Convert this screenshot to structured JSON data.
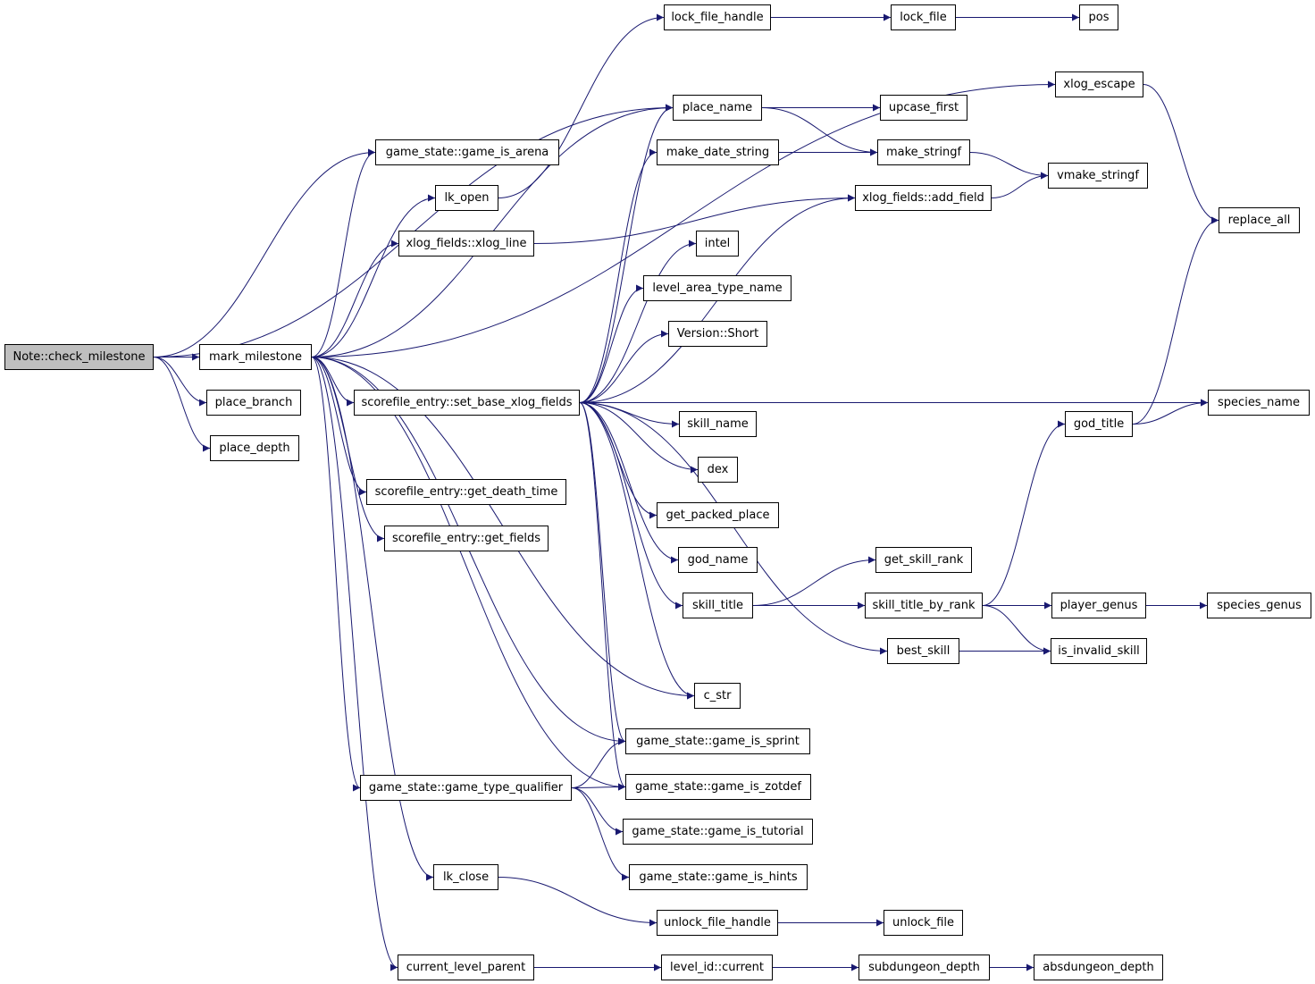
{
  "colors": {
    "edge": "#191970",
    "root_fill": "#bfbfbf",
    "node_border": "#000000"
  },
  "nodes": {
    "check_milestone": "Note::check_milestone",
    "mark_milestone": "mark_milestone",
    "place_branch": "place_branch",
    "place_depth": "place_depth",
    "game_is_arena": "game_state::game_is_arena",
    "lk_open": "lk_open",
    "xlog_line": "xlog_fields::xlog_line",
    "set_base_xlog_fields": "scorefile_entry::set_base_xlog_fields",
    "get_death_time": "scorefile_entry::get_death_time",
    "get_fields": "scorefile_entry::get_fields",
    "game_type_qualifier": "game_state::game_type_qualifier",
    "lk_close": "lk_close",
    "current_level_parent": "current_level_parent",
    "lock_file_handle": "lock_file_handle",
    "place_name": "place_name",
    "make_date_string": "make_date_string",
    "intel": "intel",
    "level_area_type_name": "level_area_type_name",
    "version_short": "Version::Short",
    "skill_name": "skill_name",
    "dex": "dex",
    "get_packed_place": "get_packed_place",
    "god_name": "god_name",
    "skill_title": "skill_title",
    "c_str": "c_str",
    "game_is_sprint": "game_state::game_is_sprint",
    "game_is_zotdef": "game_state::game_is_zotdef",
    "game_is_tutorial": "game_state::game_is_tutorial",
    "game_is_hints": "game_state::game_is_hints",
    "unlock_file_handle": "unlock_file_handle",
    "level_id_current": "level_id::current",
    "lock_file": "lock_file",
    "upcase_first": "upcase_first",
    "make_stringf": "make_stringf",
    "add_field": "xlog_fields::add_field",
    "get_skill_rank": "get_skill_rank",
    "skill_title_by_rank": "skill_title_by_rank",
    "best_skill": "best_skill",
    "unlock_file": "unlock_file",
    "subdungeon_depth": "subdungeon_depth",
    "pos": "pos",
    "xlog_escape": "xlog_escape",
    "vmake_stringf": "vmake_stringf",
    "god_title": "god_title",
    "player_genus": "player_genus",
    "is_invalid_skill": "is_invalid_skill",
    "absdungeon_depth": "absdungeon_depth",
    "replace_all": "replace_all",
    "species_name": "species_name",
    "species_genus": "species_genus"
  },
  "edges": [
    [
      "check_milestone",
      "mark_milestone"
    ],
    [
      "check_milestone",
      "place_branch"
    ],
    [
      "check_milestone",
      "place_depth"
    ],
    [
      "check_milestone",
      "place_name"
    ],
    [
      "check_milestone",
      "game_is_arena"
    ],
    [
      "mark_milestone",
      "game_is_arena"
    ],
    [
      "mark_milestone",
      "lk_open"
    ],
    [
      "mark_milestone",
      "xlog_line"
    ],
    [
      "mark_milestone",
      "place_name"
    ],
    [
      "mark_milestone",
      "xlog_escape"
    ],
    [
      "mark_milestone",
      "set_base_xlog_fields"
    ],
    [
      "mark_milestone",
      "get_death_time"
    ],
    [
      "mark_milestone",
      "get_fields"
    ],
    [
      "mark_milestone",
      "game_type_qualifier"
    ],
    [
      "mark_milestone",
      "lk_close"
    ],
    [
      "mark_milestone",
      "current_level_parent"
    ],
    [
      "mark_milestone",
      "c_str"
    ],
    [
      "mark_milestone",
      "game_is_sprint"
    ],
    [
      "mark_milestone",
      "game_is_zotdef"
    ],
    [
      "lk_open",
      "lock_file_handle"
    ],
    [
      "xlog_line",
      "add_field"
    ],
    [
      "set_base_xlog_fields",
      "make_date_string"
    ],
    [
      "set_base_xlog_fields",
      "place_name"
    ],
    [
      "set_base_xlog_fields",
      "add_field"
    ],
    [
      "set_base_xlog_fields",
      "intel"
    ],
    [
      "set_base_xlog_fields",
      "level_area_type_name"
    ],
    [
      "set_base_xlog_fields",
      "version_short"
    ],
    [
      "set_base_xlog_fields",
      "species_name"
    ],
    [
      "set_base_xlog_fields",
      "skill_name"
    ],
    [
      "set_base_xlog_fields",
      "dex"
    ],
    [
      "set_base_xlog_fields",
      "get_packed_place"
    ],
    [
      "set_base_xlog_fields",
      "god_name"
    ],
    [
      "set_base_xlog_fields",
      "skill_title"
    ],
    [
      "set_base_xlog_fields",
      "best_skill"
    ],
    [
      "set_base_xlog_fields",
      "c_str"
    ],
    [
      "set_base_xlog_fields",
      "game_is_sprint"
    ],
    [
      "set_base_xlog_fields",
      "game_is_zotdef"
    ],
    [
      "game_type_qualifier",
      "game_is_sprint"
    ],
    [
      "game_type_qualifier",
      "game_is_zotdef"
    ],
    [
      "game_type_qualifier",
      "game_is_tutorial"
    ],
    [
      "game_type_qualifier",
      "game_is_hints"
    ],
    [
      "lk_close",
      "unlock_file_handle"
    ],
    [
      "current_level_parent",
      "level_id_current"
    ],
    [
      "lock_file_handle",
      "lock_file"
    ],
    [
      "lock_file",
      "pos"
    ],
    [
      "place_name",
      "upcase_first"
    ],
    [
      "place_name",
      "make_stringf"
    ],
    [
      "make_date_string",
      "make_stringf"
    ],
    [
      "make_stringf",
      "vmake_stringf"
    ],
    [
      "add_field",
      "vmake_stringf"
    ],
    [
      "skill_title",
      "get_skill_rank"
    ],
    [
      "skill_title",
      "skill_title_by_rank"
    ],
    [
      "skill_title_by_rank",
      "god_title"
    ],
    [
      "skill_title_by_rank",
      "player_genus"
    ],
    [
      "skill_title_by_rank",
      "is_invalid_skill"
    ],
    [
      "best_skill",
      "is_invalid_skill"
    ],
    [
      "unlock_file_handle",
      "unlock_file"
    ],
    [
      "level_id_current",
      "subdungeon_depth"
    ],
    [
      "subdungeon_depth",
      "absdungeon_depth"
    ],
    [
      "xlog_escape",
      "replace_all"
    ],
    [
      "god_title",
      "replace_all"
    ],
    [
      "god_title",
      "species_name"
    ],
    [
      "player_genus",
      "species_genus"
    ]
  ]
}
